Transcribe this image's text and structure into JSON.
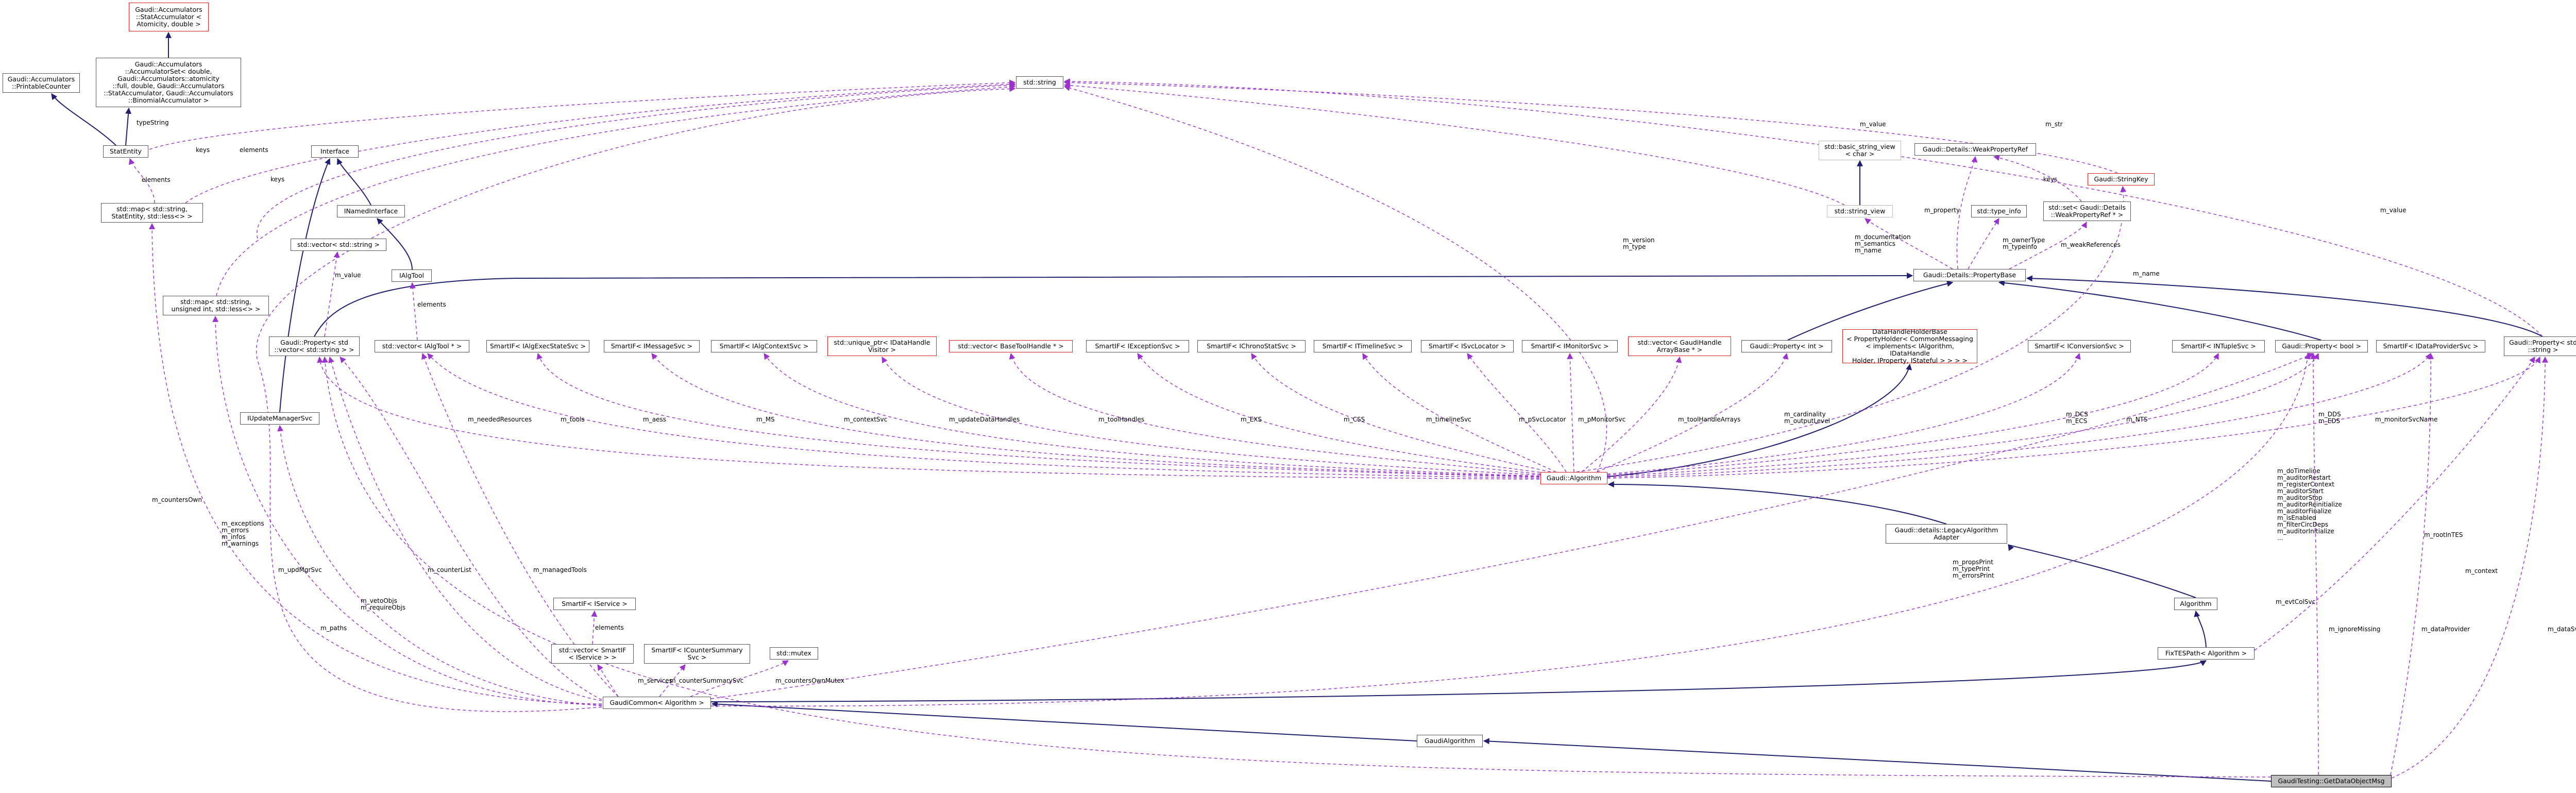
{
  "colors": {
    "inherit": "#1f1f6e",
    "usage": "#9a32cd",
    "node_red_border": "#e02020",
    "node_grey_border": "#bdbdbd",
    "focus_fill": "#bfbfbf"
  },
  "nodes": {
    "stataccumulator": "Gaudi::Accumulators\n::StatAccumulator <\n Atomicity, double >",
    "printablecounter": "Gaudi::Accumulators\n::PrintableCounter",
    "accumulatorset": "Gaudi::Accumulators\n::AccumulatorSet< double,\n Gaudi::Accumulators::atomicity\n::full, double, Gaudi::Accumulators\n::StatAccumulator, Gaudi::Accumulators\n::BinomialAccumulator >",
    "statentity": "StatEntity",
    "std_string": "std::string",
    "map_statentity": "std::map< std::string,\n StatEntity, std::less<> >",
    "interface": "Interface",
    "inamedinterface": "INamedInterface",
    "vector_string": "std::vector< std::string >",
    "ialgtool": "IAlgTool",
    "map_uint": "std::map< std::string,\n unsigned int, std::less<> >",
    "iupdatemanagersvc": "IUpdateManagerSvc",
    "property_vecstring": "Gaudi::Property< std\n::vector< std::string > >",
    "vector_ialgtool": "std::vector< IAlgTool * >",
    "sp_iexecstate": "SmartIF< IAlgExecStateSvc >",
    "sp_imessage": "SmartIF< IMessageSvc >",
    "sp_icontext": "SmartIF< IAlgContextSvc >",
    "uptr_visitor": "std::unique_ptr< IDataHandle\nVisitor >",
    "vector_basetoolhandle": "std::vector< BaseToolHandle * >",
    "sp_iexception": "SmartIF< IExceptionSvc >",
    "sp_ichronostat": "SmartIF< IChronoStatSvc >",
    "sp_itimeline": "SmartIF< ITimelineSvc >",
    "sp_isvclocator": "SmartIF< ISvcLocator >",
    "sp_imonitor": "SmartIF< IMonitorSvc >",
    "vector_handlearray": "std::vector< GaudiHandle\nArrayBase * >",
    "property_int": "Gaudi::Property< int >",
    "datahandleholder": "DataHandleHolderBase\n< PropertyHolder< CommonMessaging\n< implements< IAlgorithm, IDataHandle\nHolder, IProperty, IStateful > > > >",
    "sp_iconversion": "SmartIF< IConversionSvc >",
    "sp_intuplesvc": "SmartIF< INTupleSvc >",
    "property_bool": "Gaudi::Property< bool >",
    "sp_idataprovider": "SmartIF< IDataProviderSvc >",
    "property_string": "Gaudi::Property< std\n::string >",
    "basic_string_view": "std::basic_string_view\n< char >",
    "string_view": "std::string_view",
    "weakpropertyref": "Gaudi::Details::WeakPropertyRef",
    "stringkey": "Gaudi::StringKey",
    "type_info": "std::type_info",
    "set_weakref": "std::set< Gaudi::Details\n::WeakPropertyRef * >",
    "propertybase": "Gaudi::Details::PropertyBase",
    "gaudi_algorithm": "Gaudi::Algorithm",
    "legacyalgorithmadapter": "Gaudi::details::LegacyAlgorithm\nAdapter",
    "algorithm": "Algorithm",
    "fixtespath": "FixTESPath< Algorithm >",
    "sp_iservice": "SmartIF< IService >",
    "vector_sp_iservice": "std::vector< SmartIF\n< IService > >",
    "sp_icountersummary": "SmartIF< ICounterSummary\nSvc >",
    "std_mutex": "std::mutex",
    "gaudicommon": "GaudiCommon< Algorithm >",
    "gaudialgorithm": "GaudiAlgorithm",
    "getdataobjmsg": "GaudiTesting::GetDataObjectMsg"
  },
  "edge_labels": {
    "typestring": "typeString",
    "elements_statentity": "elements",
    "keys_map_statentity": "keys",
    "elements_vecstr": "elements",
    "keys_map_uint": "keys",
    "m_value_vecstring": "m_value",
    "elements_ialgtool": "elements",
    "m_value_sv": "m_value",
    "m_str": "m_str",
    "keys_set": "keys",
    "m_property": "m_property",
    "m_ownertype": "m_ownerType\nm_typeinfo",
    "m_weakreferences": "m_weakReferences",
    "m_documentation": "m_documentation\nm_semantics\nm_name",
    "m_version": "m_version\nm_type",
    "m_name_stringkey": "m_name",
    "m_value_string": "m_value",
    "m_neededresources": "m_neededResources",
    "m_tools": "m_tools",
    "m_aess": "m_aess",
    "m_ms": "m_MS",
    "m_contextsvc": "m_contextSvc",
    "m_updatedatahandles": "m_updateDataHandles",
    "m_toolhandles": "m_toolHandles",
    "m_exs": "m_EXS",
    "m_css": "m_CSS",
    "m_timelinesvc": "m_timelineSvc",
    "m_psvclocator": "m_pSvcLocator",
    "m_pmonitorsvc": "m_pMonitorSvc",
    "m_toolhandlearrays": "m_toolHandleArrays",
    "m_cardinality": "m_cardinality\nm_outputLevel",
    "m_dcs": "m_DCS\nm_ECS",
    "m_nts": "m_NTS",
    "m_dds": "m_DDS\nm_EDS",
    "m_monitorsvcname": "m_monitorSvcName",
    "m_dotimeline": "m_doTimeline\nm_auditorRestart\nm_registerContext\nm_auditorStart\nm_auditorStop\nm_auditorReinitialize\nm_auditorFinalize\nm_isEnabled\nm_filterCircDeps\nm_auditorInitialize\n...",
    "m_propsprint": "m_propsPrint\nm_typePrint\nm_errorsPrint",
    "m_roottes": "m_rootInTES",
    "m_evtcolsvc": "m_evtColSvc",
    "m_context": "m_context",
    "m_counterswon": "m_countersOwn",
    "m_exceptions": "m_exceptions\nm_errors\nm_infos\nm_warnings",
    "m_updmgrsvc": "m_updMgrSvc",
    "m_paths": "m_paths",
    "m_vetoobjs": "m_vetoObjs\nm_requireObjs",
    "m_counterlist": "m_counterList",
    "m_managedtools": "m_managedTools",
    "elements_iservice": "elements",
    "m_services": "m_services",
    "m_countersummarysvc": "m_counterSummarySvc",
    "m_countersownmutex": "m_countersOwnMutex",
    "m_ignoremissing": "m_ignoreMissing",
    "m_dataprovider": "m_dataProvider",
    "m_datasvc": "m_dataSvc"
  }
}
